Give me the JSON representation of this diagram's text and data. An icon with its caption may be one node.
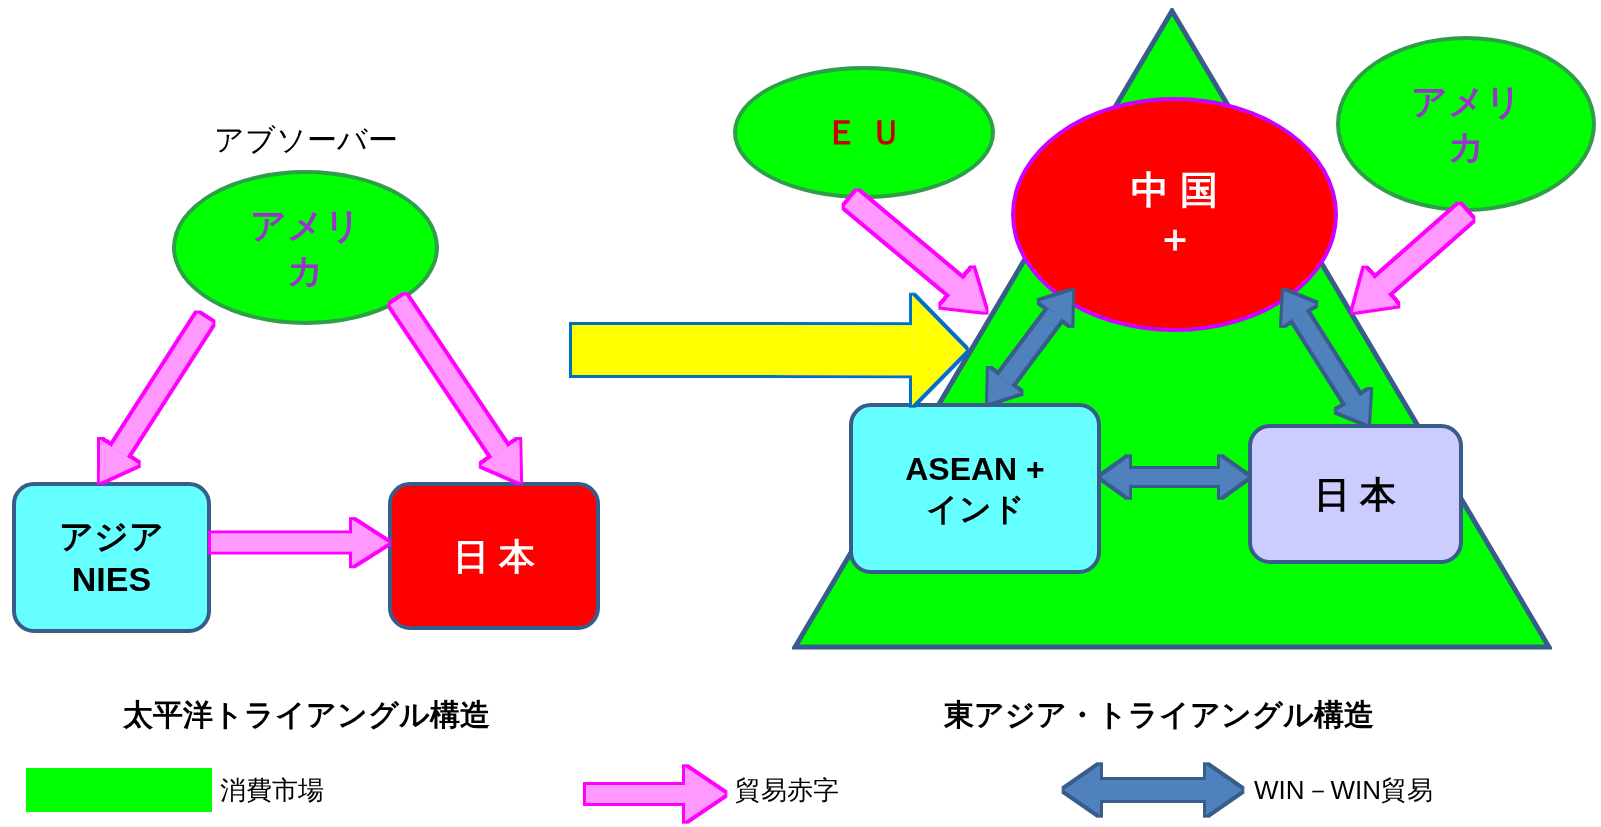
{
  "diagram": {
    "nodes": [
      {
        "text": [
          "アメリカ"
        ],
        "beside": [
          "アブソーバー"
        ]
      },
      {
        "text": [
          "アジア NIES"
        ]
      },
      {
        "text": [
          "日 本"
        ]
      },
      {
        "text": [
          "Ｅ Ｕ"
        ]
      },
      {
        "text": [],
        "shape": "triangle"
      },
      {
        "text": [
          "中 国＋"
        ],
        "in": 4
      },
      {
        "text": [
          "アメリカ"
        ]
      },
      {
        "text": [
          "ASEAN + インド"
        ],
        "in": 4
      },
      {
        "text": [
          "日 本"
        ],
        "in": 4
      }
    ],
    "edges": [
      {
        "from": 0,
        "to": 1,
        "arrow": "to"
      },
      {
        "from": 0,
        "to": 2,
        "arrow": "to"
      },
      {
        "from": 1,
        "to": 2,
        "arrow": "to"
      },
      {
        "from": 3,
        "to": 4,
        "arrow": "to"
      },
      {
        "from": 6,
        "to": 4,
        "arrow": "to"
      },
      {
        "from": 5,
        "to": 7,
        "arrow": "both",
        "color": "#4f81bd"
      },
      {
        "from": 5,
        "to": 8,
        "arrow": "both",
        "color": "#4f81bd"
      },
      {
        "from": 7,
        "to": 8,
        "arrow": "both",
        "color": "#4f81bd"
      },
      {
        "from": null,
        "to": 4,
        "arrow": "to",
        "color": "#ffff00"
      }
    ],
    "labels": [
      "太平洋トライアングル構造",
      "東アジア・トライアングル構造"
    ],
    "legend": [
      {
        "text": "消費市場",
        "color": "#00ff00"
      },
      {
        "text": "貿易赤字"
      },
      {
        "text": "WIN－WIN貿易"
      }
    ]
  }
}
